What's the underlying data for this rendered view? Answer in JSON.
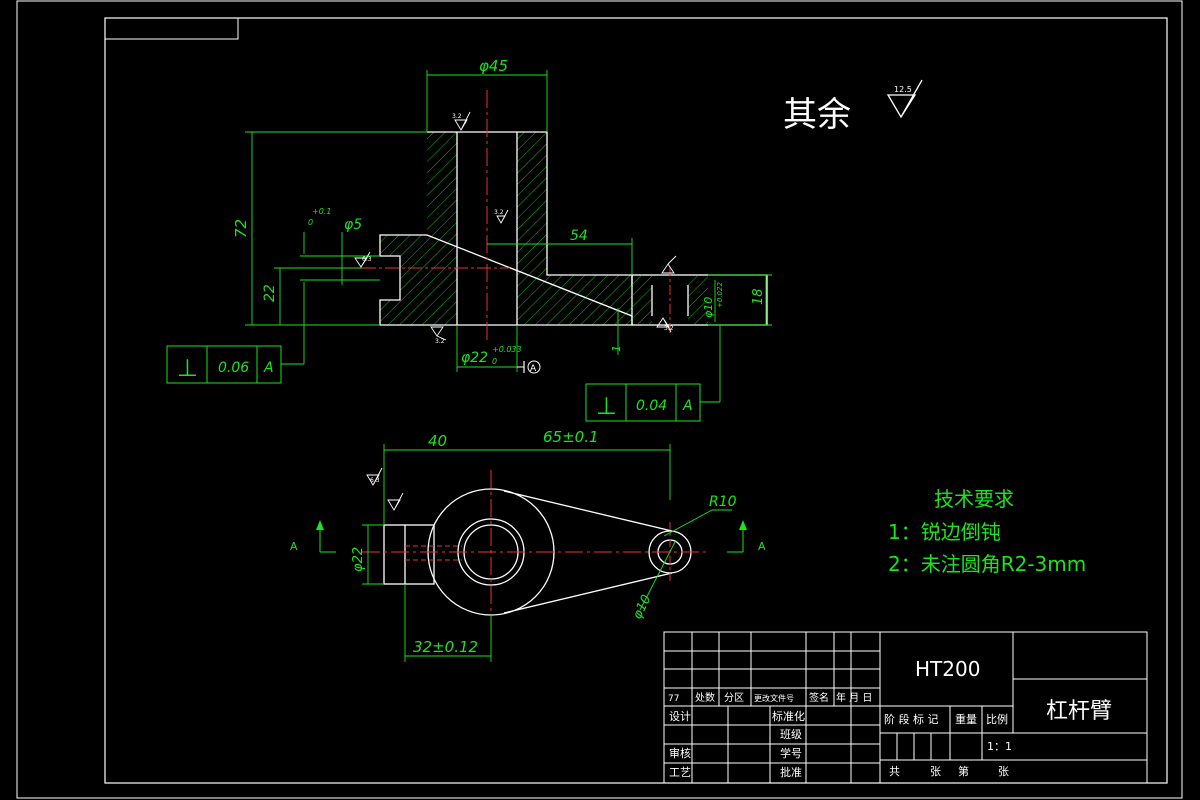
{
  "surface_note": {
    "text": "其余",
    "roughness": "12.5"
  },
  "top_view": {
    "dim_phi45": "φ45",
    "dim_72": "72",
    "dim_22": "22",
    "dim_phi5": "φ5",
    "dim_phi5_tol_upper": "+0.1",
    "dim_phi5_tol_lower": "0",
    "dim_54": "54",
    "dim_18": "18",
    "dim_phi22": "φ22",
    "dim_phi22_tol_upper": "+0.033",
    "dim_phi22_tol_lower": "0",
    "dim_phi10_side": "φ10",
    "dim_phi10_side_tol": "+0.022",
    "dim_1": "1",
    "datum_marker": "A",
    "roughness_a": "3.2",
    "roughness_b": "3.2",
    "roughness_c": "6.3",
    "roughness_d": "3.2",
    "roughness_e": "3.2"
  },
  "tolerance_frames": [
    {
      "symbol": "⊥",
      "value": "0.06",
      "datum": "A"
    },
    {
      "symbol": "⊥",
      "value": "0.04",
      "datum": "A"
    }
  ],
  "bottom_view": {
    "dim_40": "40",
    "dim_65": "65±0.1",
    "dim_r10": "R10",
    "dim_phi22": "φ22",
    "dim_phi10": "φ10",
    "dim_32": "32±0.12",
    "section_left": "A",
    "section_right": "A",
    "roughness": "6.3"
  },
  "tech_requirements": {
    "title": "技术要求",
    "items": [
      "1：锐边倒钝",
      "2：未注圆角R2-3mm"
    ]
  },
  "title_block": {
    "material": "HT200",
    "part_name": "杠杆臂",
    "rev_labels": [
      "77",
      "处数",
      "分区",
      "更改文件号",
      "签名",
      "年 月 日"
    ],
    "role_design": "设计",
    "role_standard": "标准化",
    "role_class": "班级",
    "role_review": "审核",
    "role_student_no": "学号",
    "role_process": "工艺",
    "role_approve": "批准",
    "stage_label": "阶 段 标 记",
    "weight_label": "重量",
    "scale_label": "比例",
    "scale_value": "1：1",
    "sheets_total": "共",
    "sheets_unit": "张",
    "sheet_no": "第",
    "sheet_unit": "张"
  }
}
